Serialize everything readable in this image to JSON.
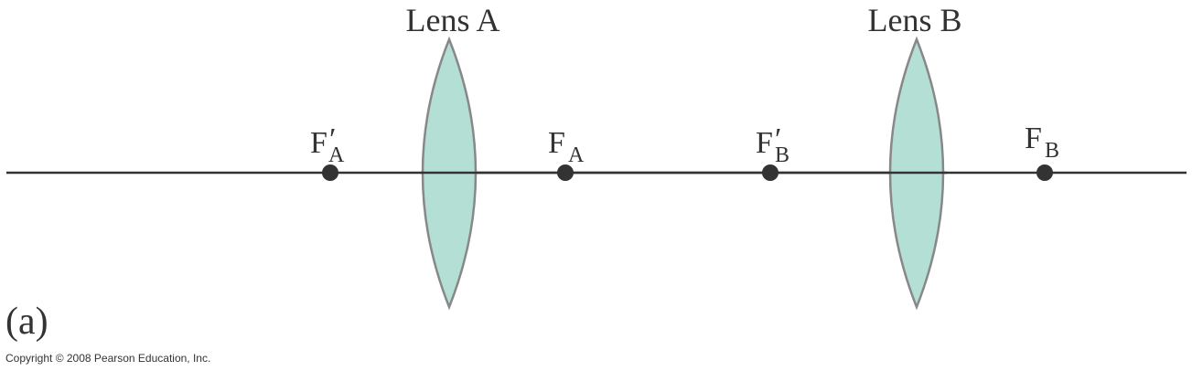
{
  "lenses": [
    {
      "label": "Lens A"
    },
    {
      "label": "Lens B"
    }
  ],
  "focal_points": [
    {
      "main": "F",
      "prime": "′",
      "sub": "A"
    },
    {
      "main": "F",
      "prime": "",
      "sub": "A"
    },
    {
      "main": "F",
      "prime": "′",
      "sub": "B"
    },
    {
      "main": "F",
      "prime": "",
      "sub": "B"
    }
  ],
  "panel_label": "(a)",
  "copyright": "Copyright © 2008 Pearson Education, Inc.",
  "colors": {
    "lens_fill": "#b4dfd4",
    "lens_stroke": "#888888",
    "axis": "#333333",
    "point": "#333333",
    "text": "#333333"
  }
}
